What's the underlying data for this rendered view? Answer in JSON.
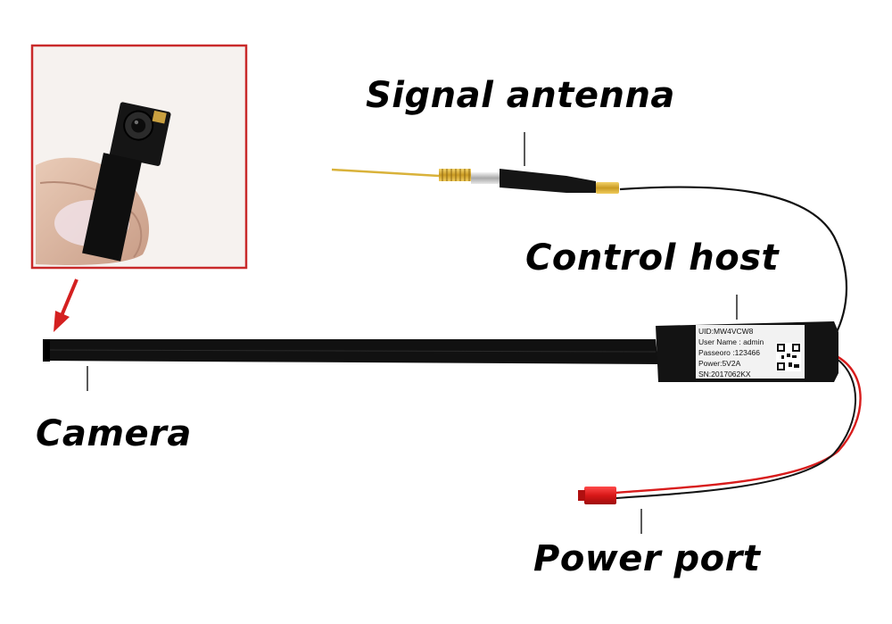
{
  "labels": {
    "signal_antenna": "Signal antenna",
    "control_host": "Control host",
    "camera": "Camera",
    "power_port": "Power port"
  },
  "sticker": {
    "uid": "UID:MW4VCW8",
    "user_name": "User Name : admin",
    "password": "Passeoro :123466",
    "power": "Power:5V2A",
    "sn": "SN:2017062KX"
  },
  "colors": {
    "inset_border": "#c92a2a",
    "arrow": "#d42020",
    "cable_black": "#111111",
    "cable_red": "#d81c1c",
    "antenna_gold": "#d9b23a",
    "connector_red": "#e02020"
  }
}
